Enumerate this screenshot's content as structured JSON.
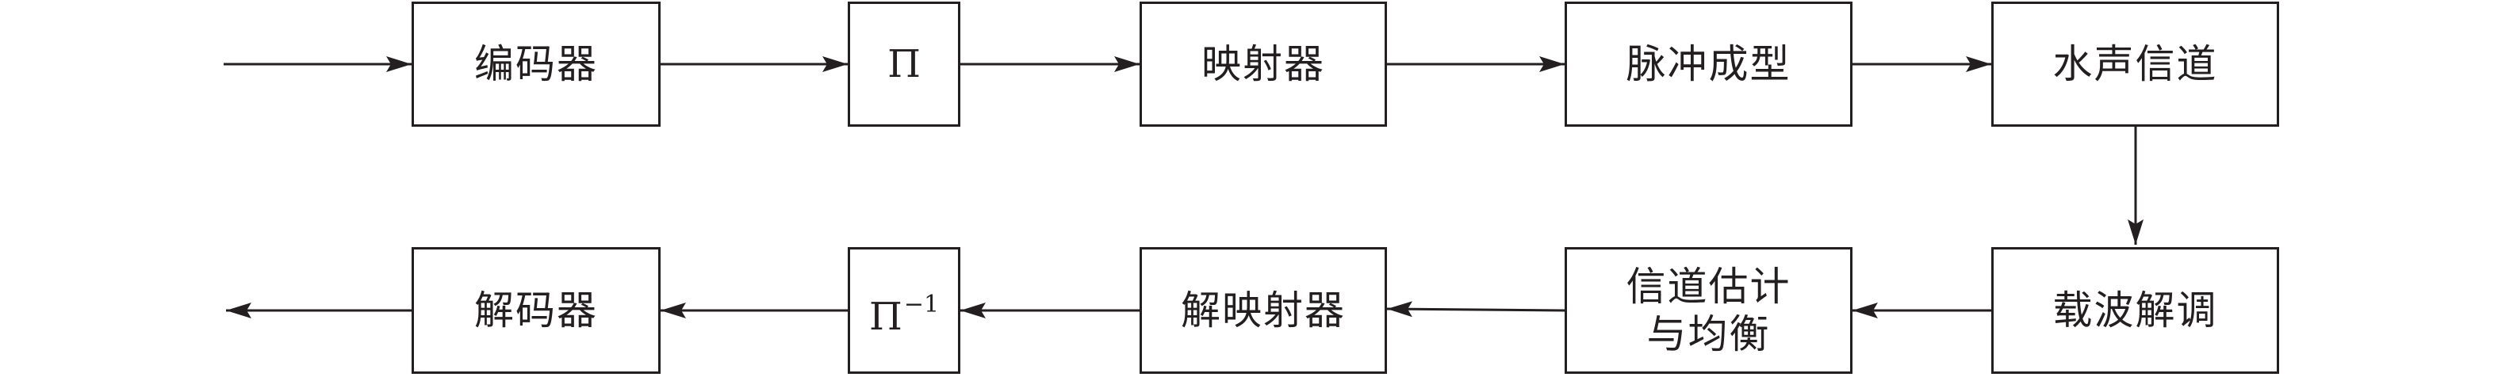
{
  "blocks": {
    "encoder": "编码器",
    "interleaver": "Π",
    "mapper": "映射器",
    "pulse_shaping": "脉冲成型",
    "channel": "水声信道",
    "demodulation": "载波解调",
    "estimation_line1": "信道估计",
    "estimation_line2": "与均衡",
    "demapper": "解映射器",
    "deinterleaver": "Π",
    "deinterleaver_sup": "−1",
    "decoder": "解码器"
  },
  "colors": {
    "stroke": "#231f20",
    "background": "#ffffff"
  }
}
